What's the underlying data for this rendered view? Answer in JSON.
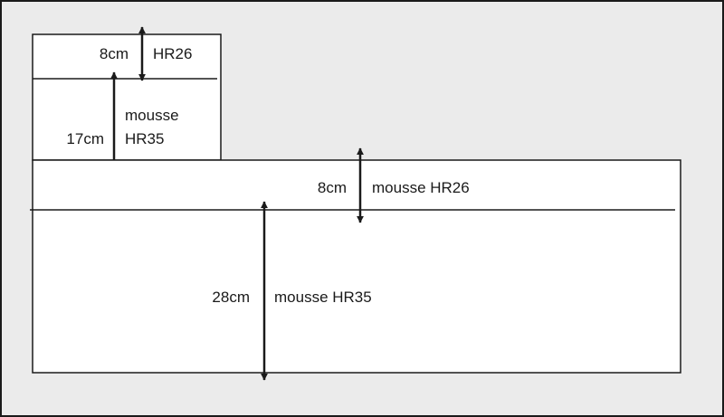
{
  "colors": {
    "background": "#ebebeb",
    "panel": "#ffffff",
    "stroke": "#1a1a1a"
  },
  "backrest": {
    "top_layer": {
      "thickness": "8cm",
      "foam": "HR26"
    },
    "bottom_layer": {
      "thickness": "17cm",
      "foam_line1": "mousse",
      "foam_line2": "HR35"
    }
  },
  "seat": {
    "top_layer": {
      "thickness": "8cm",
      "foam": "mousse HR26"
    },
    "bottom_layer": {
      "thickness": "28cm",
      "foam": "mousse HR35"
    }
  }
}
